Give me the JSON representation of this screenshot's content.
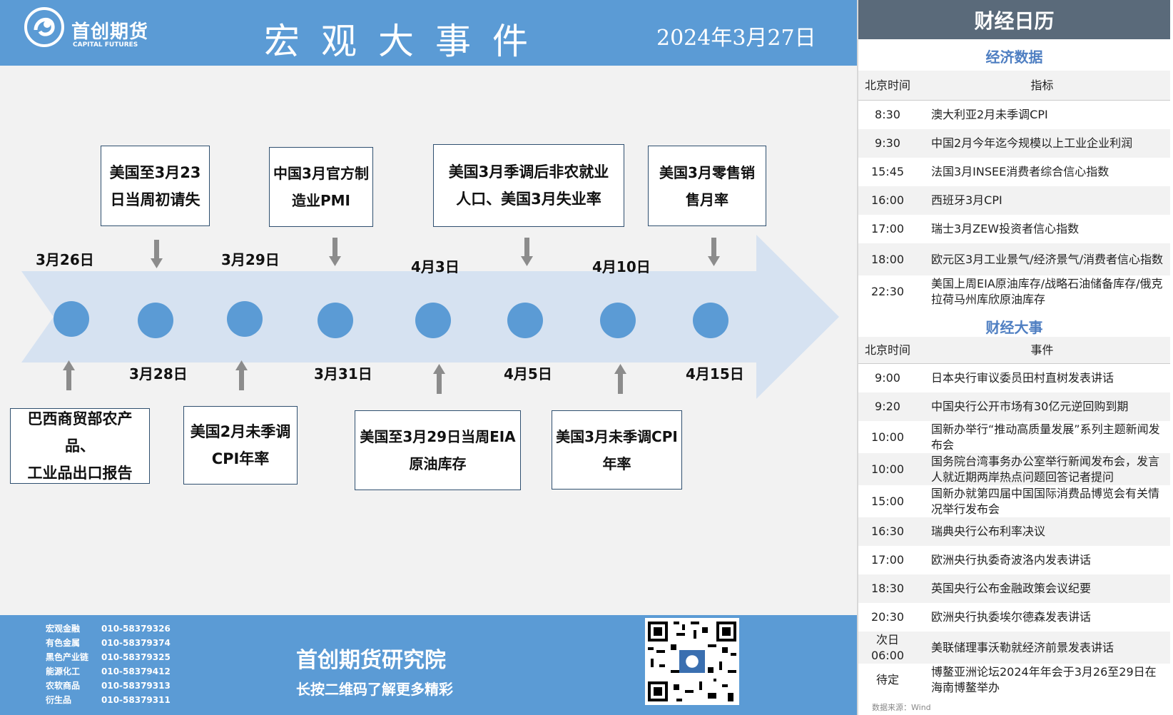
{
  "header": {
    "logo_cn": "首创期货",
    "logo_en": "CAPITAL FUTURES",
    "title": "宏观大事件",
    "date": "2024年3月27日"
  },
  "timeline": {
    "top_events": [
      {
        "date": "3月26日",
        "box": ""
      },
      {
        "date": "",
        "box": "美国至3月23\n日当周初请失"
      },
      {
        "date": "3月29日",
        "box": ""
      },
      {
        "date": "",
        "box": "中国3月官方制\n造业PMI"
      },
      {
        "date": "4月3日",
        "box": ""
      },
      {
        "date": "",
        "box": "美国3月季调后非农就业\n人口、美国3月失业率"
      },
      {
        "date": "4月10日",
        "box": ""
      },
      {
        "date": "",
        "box": "美国3月零售销\n售月率"
      }
    ],
    "dates_top": [
      "3月26日",
      "3月29日",
      "4月3日",
      "4月10日"
    ],
    "dates_bottom": [
      "3月28日",
      "3月31日",
      "4月5日",
      "4月15日"
    ],
    "boxes_top": [
      "美国至3月23\n日当周初请失",
      "中国3月官方制\n造业PMI",
      "美国3月季调后非农就业\n人口、美国3月失业率",
      "美国3月零售销\n售月率"
    ],
    "boxes_bottom": [
      "巴西商贸部农产品、\n工业品出口报告",
      "美国2月未季调\nCPI年率",
      "美国至3月29日当周EIA\n原油库存",
      "美国3月未季调CPI\n年率"
    ]
  },
  "footer": {
    "contacts": [
      {
        "name": "宏观金融",
        "phone": "010-58379326"
      },
      {
        "name": "有色金属",
        "phone": "010-58379374"
      },
      {
        "name": "黑色产业链",
        "phone": "010-58379325"
      },
      {
        "name": "能源化工",
        "phone": "010-58379412"
      },
      {
        "name": "农软商品",
        "phone": "010-58379313"
      },
      {
        "name": "衍生品",
        "phone": "010-58379311"
      }
    ],
    "org": "首创期货研究院",
    "tagline": "长按二维码了解更多精彩"
  },
  "calendar": {
    "title": "财经日历",
    "econ": {
      "section_title": "经济数据",
      "col_time": "北京时间",
      "col_item": "指标",
      "rows": [
        {
          "time": "8:30",
          "desc": "澳大利亚2月未季调CPI"
        },
        {
          "time": "9:30",
          "desc": "中国2月今年迄今规模以上工业企业利润"
        },
        {
          "time": "15:45",
          "desc": "法国3月INSEE消费者综合信心指数"
        },
        {
          "time": "16:00",
          "desc": "西班牙3月CPI"
        },
        {
          "time": "17:00",
          "desc": "瑞士3月ZEW投资者信心指数"
        },
        {
          "time": "18:00",
          "desc": "欧元区3月工业景气/经济景气/消费者信心指数"
        },
        {
          "time": "22:30",
          "desc": "美国上周EIA原油库存/战略石油储备库存/俄克拉荷马州库欣原油库存"
        }
      ]
    },
    "events": {
      "section_title": "财经大事",
      "col_time": "北京时间",
      "col_item": "事件",
      "rows": [
        {
          "time": "9:00",
          "desc": "日本央行审议委员田村直树发表讲话"
        },
        {
          "time": "9:20",
          "desc": "中国央行公开市场有30亿元逆回购到期"
        },
        {
          "time": "10:00",
          "desc": "国新办举行“推动高质量发展”系列主题新闻发布会"
        },
        {
          "time": "10:00",
          "desc": "国务院台湾事务办公室举行新闻发布会，发言人就近期两岸热点问题回答记者提问"
        },
        {
          "time": "15:00",
          "desc": "国新办就第四届中国国际消费品博览会有关情况举行发布会"
        },
        {
          "time": "16:30",
          "desc": "瑞典央行公布利率决议"
        },
        {
          "time": "17:00",
          "desc": "欧洲央行执委奇波洛内发表讲话"
        },
        {
          "time": "18:30",
          "desc": "英国央行公布金融政策会议纪要"
        },
        {
          "time": "20:30",
          "desc": "欧洲央行执委埃尔德森发表讲话"
        },
        {
          "time": "次日\n06:00",
          "desc": "美联储理事沃勒就经济前景发表讲话"
        },
        {
          "time": "待定",
          "desc": "博鳌亚洲论坛2024年年会于3月26至29日在海南博鳌举办"
        }
      ]
    },
    "source": "数据来源：Wind"
  }
}
